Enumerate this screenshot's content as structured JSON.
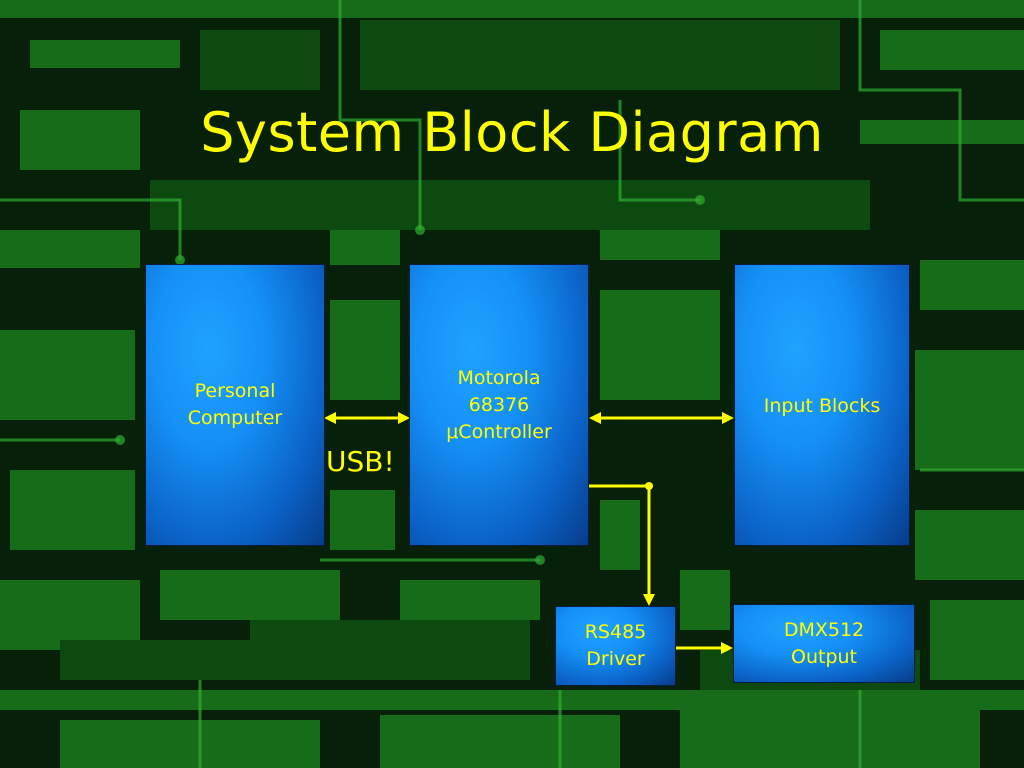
{
  "slide": {
    "title": "System Block Diagram",
    "background_colors": {
      "board": "#06200a",
      "trace": "#1f8f1f",
      "trace_dark": "#0d4a10"
    },
    "accent_color": "#ffff00",
    "block_color": "#1590f5"
  },
  "blocks": {
    "personal_computer": {
      "line1": "Personal",
      "line2": "Computer"
    },
    "controller": {
      "line1": "Motorola",
      "line2": "68376",
      "line3": "μController"
    },
    "input_blocks": {
      "line1": "Input Blocks"
    },
    "rs485_driver": {
      "line1": "RS485",
      "line2": "Driver"
    },
    "dmx512_output": {
      "line1": "DMX512",
      "line2": "Output"
    }
  },
  "connections": {
    "usb_label": "USB!"
  }
}
